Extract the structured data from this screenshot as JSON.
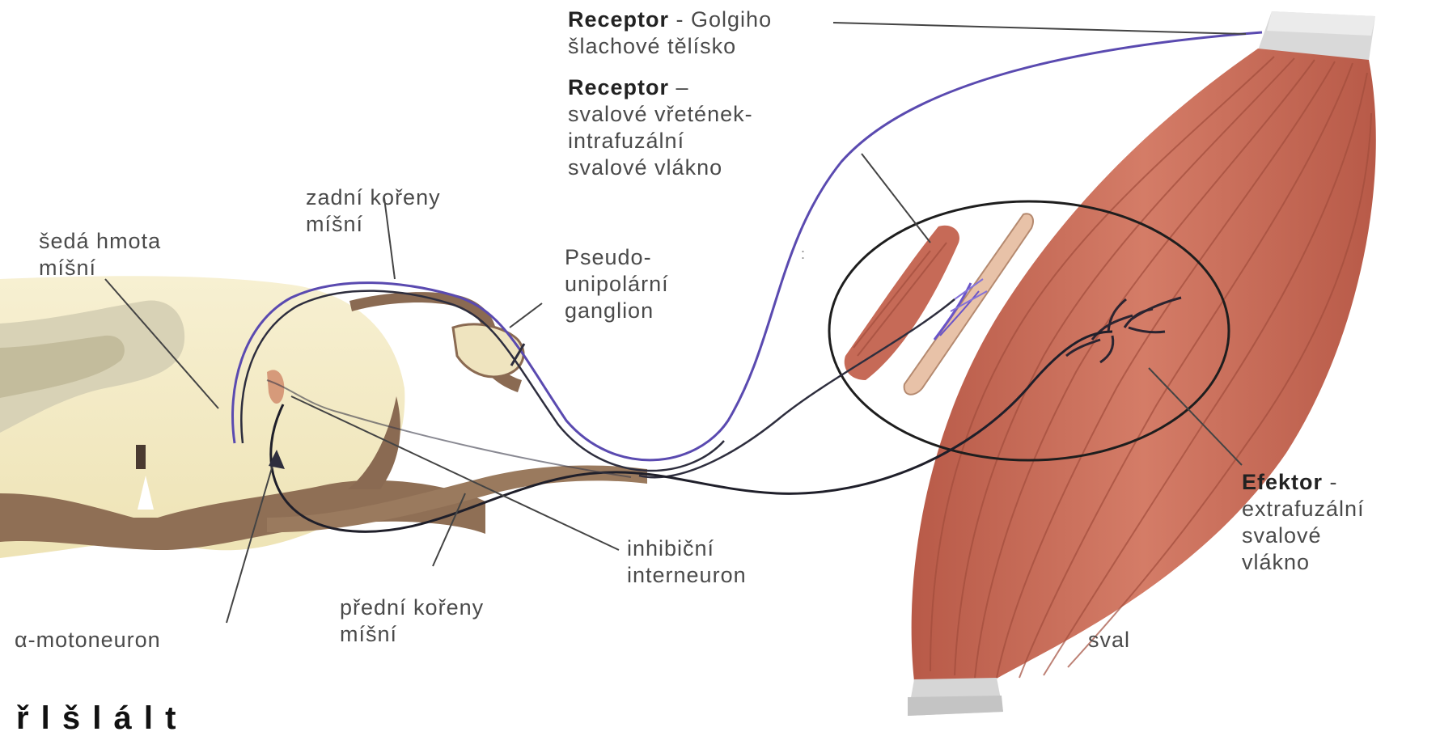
{
  "labels": {
    "receptor_golgi": {
      "bold": "Receptor",
      "rest": " - Golgiho",
      "line2": "šlachové tělísko"
    },
    "receptor_spindle": {
      "bold": "Receptor",
      "rest": " –",
      "lines": [
        "svalové vřetének-",
        "intrafuzální",
        "svalové vlákno"
      ]
    },
    "zadni": [
      "zadní kořeny",
      "míšní"
    ],
    "seda": [
      "šedá hmota",
      "míšní"
    ],
    "pseudo": [
      "Pseudo-",
      "unipolární",
      "ganglion"
    ],
    "efektor": {
      "bold": "Efektor",
      "rest": " -",
      "lines": [
        "extrafuzální",
        "svalové",
        "vlákno"
      ]
    },
    "inhibicni": [
      "inhibiční",
      "interneuron"
    ],
    "predni": [
      "přední kořeny",
      "míšní"
    ],
    "motoneuron": "α-motoneuron",
    "sval": "sval"
  },
  "caption": "ř  l   š l    á l   t",
  "colors": {
    "muscle": "#c9705e",
    "muscle_dark": "#a9503f",
    "spinal_cord": "#f4edc9",
    "gray_matter": "#cdc6a8",
    "nerve_blue": "#5a4ab0",
    "nerve_dark": "#2e2e3e",
    "root_brown": "#8a6a4e"
  }
}
